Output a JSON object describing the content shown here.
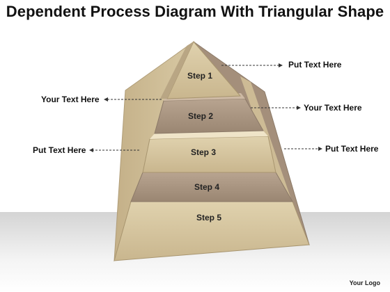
{
  "title": "Dependent Process Diagram With Triangular Shape",
  "steps": [
    "Step 1",
    "Step 2",
    "Step 3",
    "Step 4",
    "Step 5"
  ],
  "notes": {
    "n1": "Put Text Here",
    "n2": "Your Text Here",
    "n3": "Your Text Here",
    "n4": "Put Text Here",
    "n5": "Put Text Here"
  },
  "logo": "Your Logo",
  "colors": {
    "light": "#d8c8a2",
    "mid": "#c2b08a",
    "dark": "#a08c78",
    "shadow": "#8c7a68"
  }
}
